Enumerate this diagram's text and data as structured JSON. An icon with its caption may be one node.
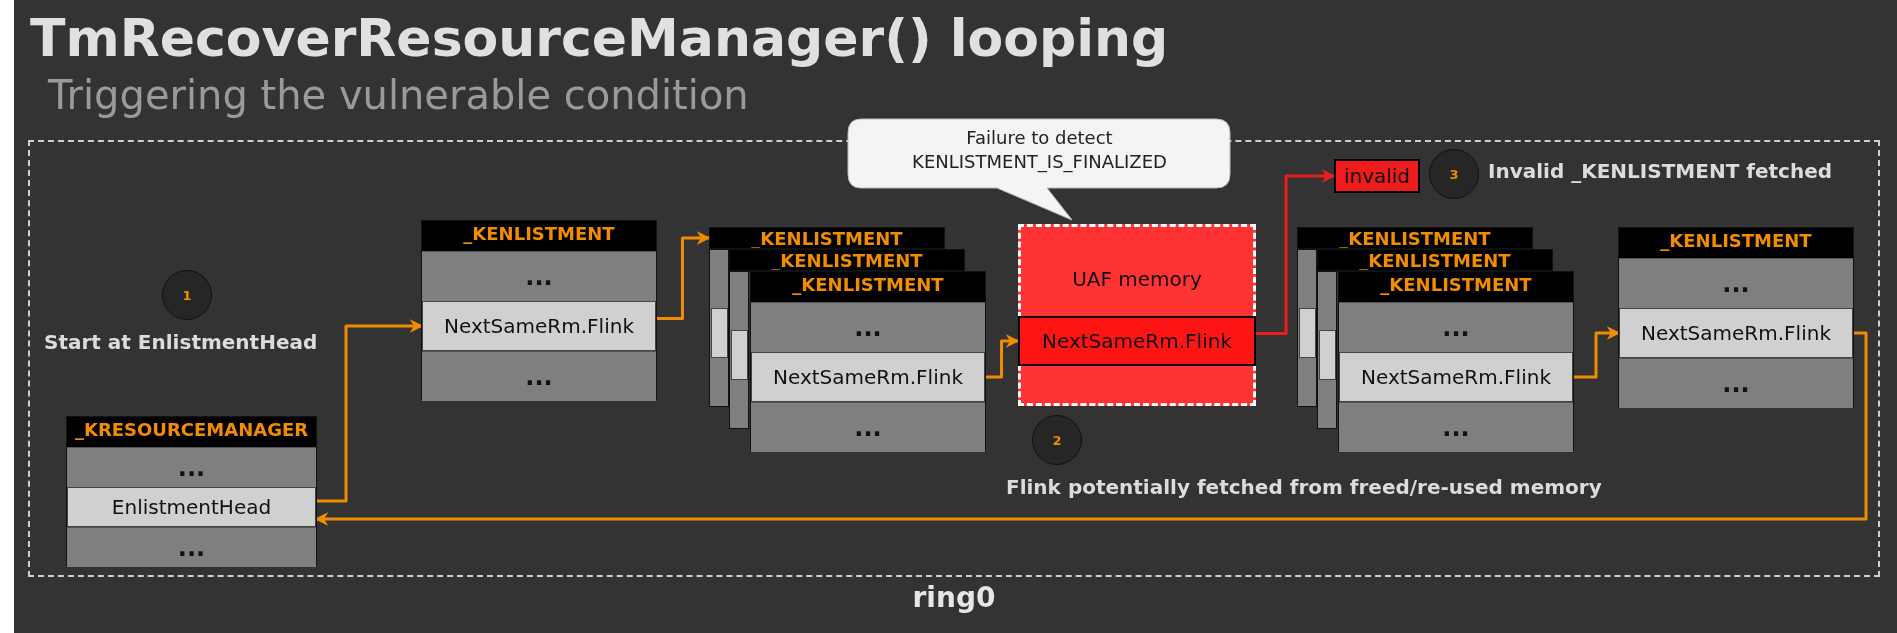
{
  "diagram": {
    "title": "TmRecoverResourceManager() looping",
    "nodes": [
      {
        "text": [
          "ring0"
        ]
      },
      {
        "text": [
          "1"
        ],
        "beside": [
          "Start at EnlistmentHead"
        ],
        "in": 0
      },
      {
        "text": [
          "_KRESOURCEMANAGER"
        ],
        "in": 0
      },
      {
        "text": [
          "..."
        ],
        "in": 2
      },
      {
        "text": [
          "EnlistmentHead"
        ],
        "in": 2
      },
      {
        "text": [
          "..."
        ],
        "in": 2
      },
      {
        "text": [
          "_KENLISTMENT"
        ],
        "in": 0
      },
      {
        "text": [
          "..."
        ],
        "in": 6
      },
      {
        "text": [
          "NextSameRm.Flink"
        ],
        "in": 6
      },
      {
        "text": [
          "..."
        ],
        "in": 6
      },
      {
        "text": [
          "_KENLISTMENT"
        ],
        "in": 0
      },
      {
        "text": [
          "_KENLISTMENT"
        ],
        "in": 0
      },
      {
        "text": [
          "_KENLISTMENT"
        ],
        "in": 0
      },
      {
        "text": [
          "..."
        ],
        "in": 12
      },
      {
        "text": [
          "NextSameRm.Flink"
        ],
        "in": 12
      },
      {
        "text": [
          "..."
        ],
        "in": 12
      },
      {
        "text": [
          "UAF memory"
        ],
        "in": 0
      },
      {
        "text": [
          "NextSameRm.Flink"
        ],
        "in": 16
      },
      {
        "text": [
          "Failure to detect KENLISTMENT_IS_FINALIZED"
        ]
      },
      {
        "text": [
          "2"
        ],
        "beside": [
          "Flink potentially fetched from freed/re-used memory"
        ],
        "in": 0
      },
      {
        "text": [
          "invalid"
        ],
        "in": 0
      },
      {
        "text": [
          "3"
        ],
        "beside": [
          "Invalid _KENLISTMENT fetched"
        ],
        "in": 0
      },
      {
        "text": [
          "_KENLISTMENT"
        ],
        "in": 0
      },
      {
        "text": [
          "_KENLISTMENT"
        ],
        "in": 0
      },
      {
        "text": [
          "_KENLISTMENT"
        ],
        "in": 0
      },
      {
        "text": [
          "..."
        ],
        "in": 24
      },
      {
        "text": [
          "NextSameRm.Flink"
        ],
        "in": 24
      },
      {
        "text": [
          "..."
        ],
        "in": 24
      },
      {
        "text": [
          "_KENLISTMENT"
        ],
        "in": 0
      },
      {
        "text": [
          "..."
        ],
        "in": 28
      },
      {
        "text": [
          "NextSameRm.Flink"
        ],
        "in": 28
      },
      {
        "text": [
          "..."
        ],
        "in": 28
      }
    ],
    "edges": [
      {
        "from": 4,
        "to": 8,
        "arrow": "to"
      },
      {
        "from": 8,
        "to": 10,
        "arrow": "to"
      },
      {
        "from": 14,
        "to": 17,
        "arrow": "to"
      },
      {
        "from": 17,
        "to": 20,
        "arrow": "to",
        "color": "#ee1c1c"
      },
      {
        "from": 26,
        "to": 30,
        "arrow": "to"
      },
      {
        "from": 30,
        "to": 4,
        "arrow": "to"
      }
    ],
    "labels": [
      "Triggering the vulnerable condition"
    ]
  }
}
